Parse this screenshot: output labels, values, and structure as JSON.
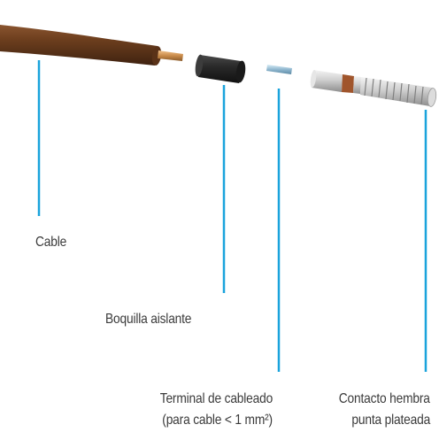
{
  "labels": {
    "cable": "Cable",
    "boquilla": "Boquilla aislante",
    "terminal_line1": "Terminal de cableado",
    "terminal_line2": "(para cable  < 1 mm²)",
    "contacto_line1": "Contacto hembra",
    "contacto_line2": "punta plateada"
  },
  "colors": {
    "leader_line": "#1aa3dc",
    "cable_sheath": "#6b3d1c",
    "copper": "#c98b4a",
    "boquilla": "#2a2a2a",
    "terminal": "#8fb7cf",
    "contact_silver": "#c9c9c9",
    "label_text": "#3a3a3a"
  }
}
